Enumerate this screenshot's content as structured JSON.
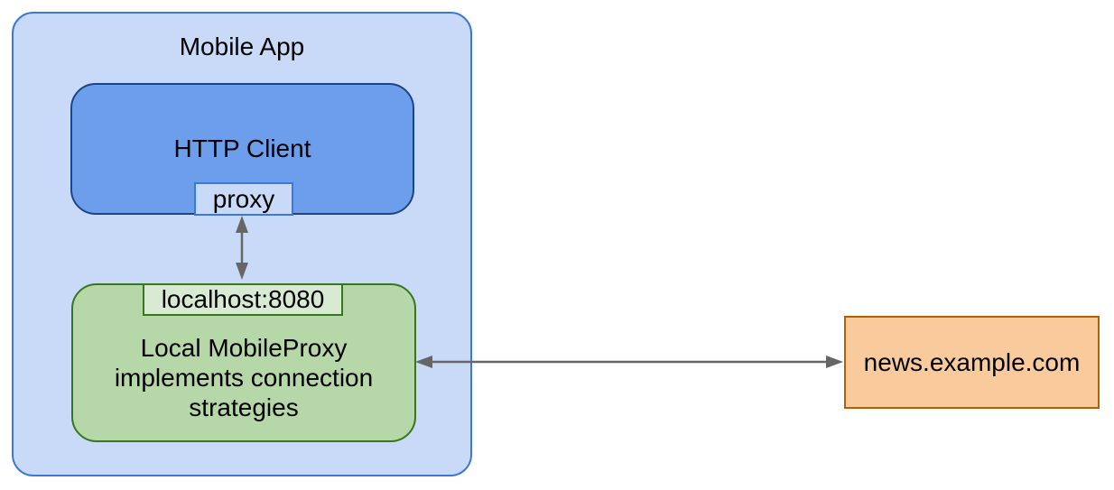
{
  "colors": {
    "outer_fill": "#c9daf8",
    "outer_border": "#3c78d8",
    "client_fill": "#6d9eeb",
    "client_border": "#1c4587",
    "port_fill": "#c9daf8",
    "port_border": "#3c78d8",
    "proxy_fill": "#b6d7a8",
    "proxy_border": "#38761d",
    "endpoint_fill": "#d9ead3",
    "endpoint_border": "#38761d",
    "server_fill": "#f9cb9c",
    "server_border": "#b45f06",
    "arrow": "#666666"
  },
  "icons": {
    "vertical_connector": "double-headed-arrow",
    "horizontal_connector": "double-headed-arrow"
  },
  "diagram": {
    "container": {
      "title": "Mobile App"
    },
    "http_client": {
      "label": "HTTP Client",
      "port": "proxy"
    },
    "local_proxy": {
      "endpoint": "localhost:8080",
      "lines": [
        "Local MobileProxy",
        "implements connection",
        "strategies"
      ]
    },
    "remote_server": {
      "label": "news.example.com"
    }
  }
}
